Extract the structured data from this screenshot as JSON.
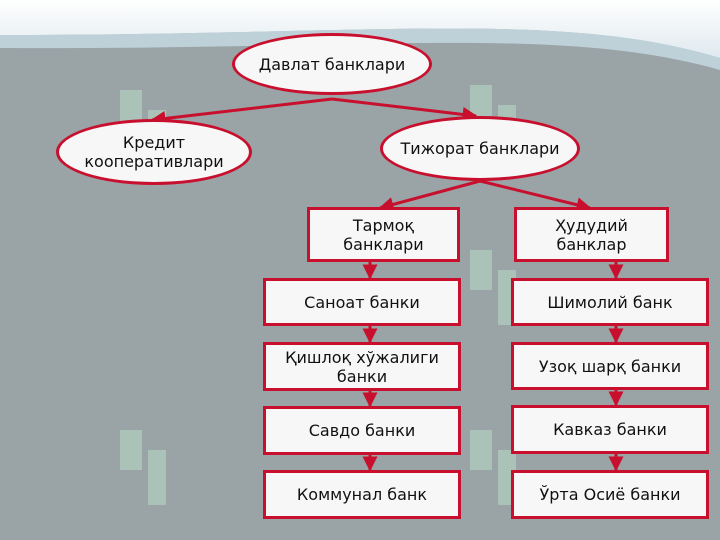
{
  "nodes": {
    "state_banks": "Давлат банклари",
    "credit_coops": "Кредит\nкооперативлари",
    "commercial_banks": "Тижорат банклари",
    "sector_banks": "Тармоқ\nбанклари",
    "regional_banks": "Ҳудудий\nбанклар",
    "industry_bank": "Саноат банки",
    "agriculture_bank": "Қишлоқ хўжалиги\nбанки",
    "trade_bank": "Савдо банки",
    "communal_bank": "Коммунал банк",
    "northern_bank": "Шимолий банк",
    "far_east_bank": "Узоқ шарқ банки",
    "caucasus_bank": "Кавказ банки",
    "central_asia_bank": "Ўрта Осиё банки"
  },
  "colors": {
    "border": "#c8102e",
    "arrow": "#c8102e",
    "node_fill": "#f7f7f7",
    "background": "#9aa3a6",
    "watermark": "#b9ddc9"
  }
}
